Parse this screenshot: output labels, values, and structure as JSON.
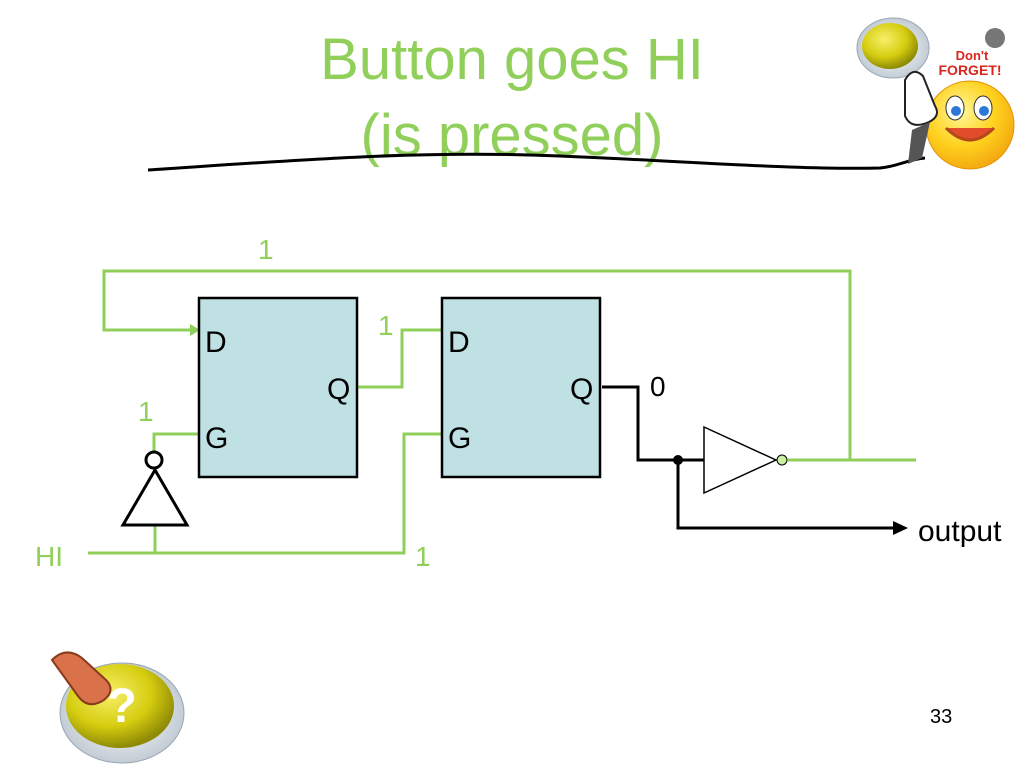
{
  "slide": {
    "title_line1": "Button goes HI",
    "title_line2": "(is pressed)",
    "page_number": "33"
  },
  "clipart": {
    "top_right": {
      "icon": "dont-forget-smiley-icon",
      "caption": "Don't FORGET!"
    },
    "bottom_left": {
      "icon": "question-button-icon",
      "glyph": "?"
    }
  },
  "diagram": {
    "latch1": {
      "d_label": "D",
      "g_label": "G",
      "q_label": "Q"
    },
    "latch2": {
      "d_label": "D",
      "g_label": "G",
      "q_label": "Q"
    },
    "feedback_value": "1",
    "latch1_q_value": "1",
    "latch1_g_value": "1",
    "input_label": "HI",
    "latch2_g_value": "1",
    "latch2_q_value": "0",
    "output_label": "output"
  },
  "colors": {
    "accent_green": "#8fcf5a",
    "latch_fill": "#bfe1e4",
    "inverter_output_dot": "#c8f0a0"
  }
}
